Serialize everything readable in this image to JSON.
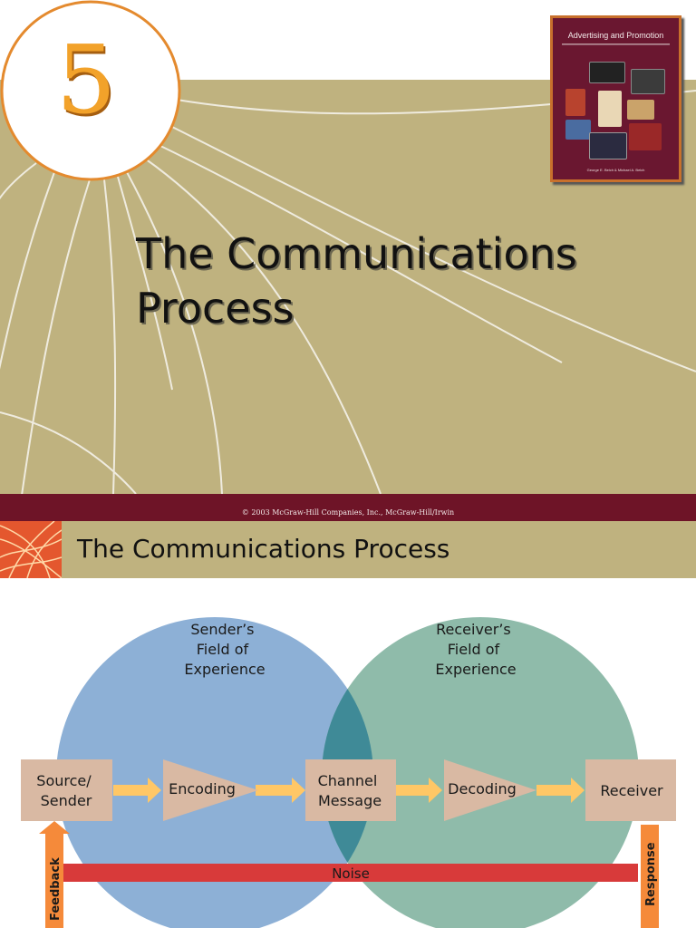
{
  "slide1": {
    "chapter_number": "5",
    "title_line1": "The Communications",
    "title_line2": "Process",
    "copyright": "© 2003 McGraw-Hill Companies, Inc., McGraw-Hill/Irwin",
    "book": {
      "title": "Advertising and Promotion",
      "authors": "George E. Belch & Michael A. Belch"
    }
  },
  "slide2": {
    "title": "The Communications Process",
    "diagram": {
      "sender_field": [
        "Sender’s",
        "Field of",
        "Experience"
      ],
      "receiver_field": [
        "Receiver’s",
        "Field of",
        "Experience"
      ],
      "source": [
        "Source/",
        "Sender"
      ],
      "encoding": "Encoding",
      "channel": [
        "Channel",
        "Message"
      ],
      "decoding": "Decoding",
      "receiver": "Receiver",
      "noise": "Noise",
      "feedback": "Feedback",
      "response": "Response"
    }
  },
  "colors": {
    "olive": "#bfb27f",
    "maroon": "#6e1427",
    "orange": "#f2a22a",
    "sender_circle": "#8db0d6",
    "receiver_circle": "#8fbbaa",
    "overlap": "#3f8a97",
    "box": "#d9b9a3",
    "arrow": "#ffc766",
    "noise_bar": "#d83a3a",
    "feedback_arrow": "#f58a3a"
  }
}
